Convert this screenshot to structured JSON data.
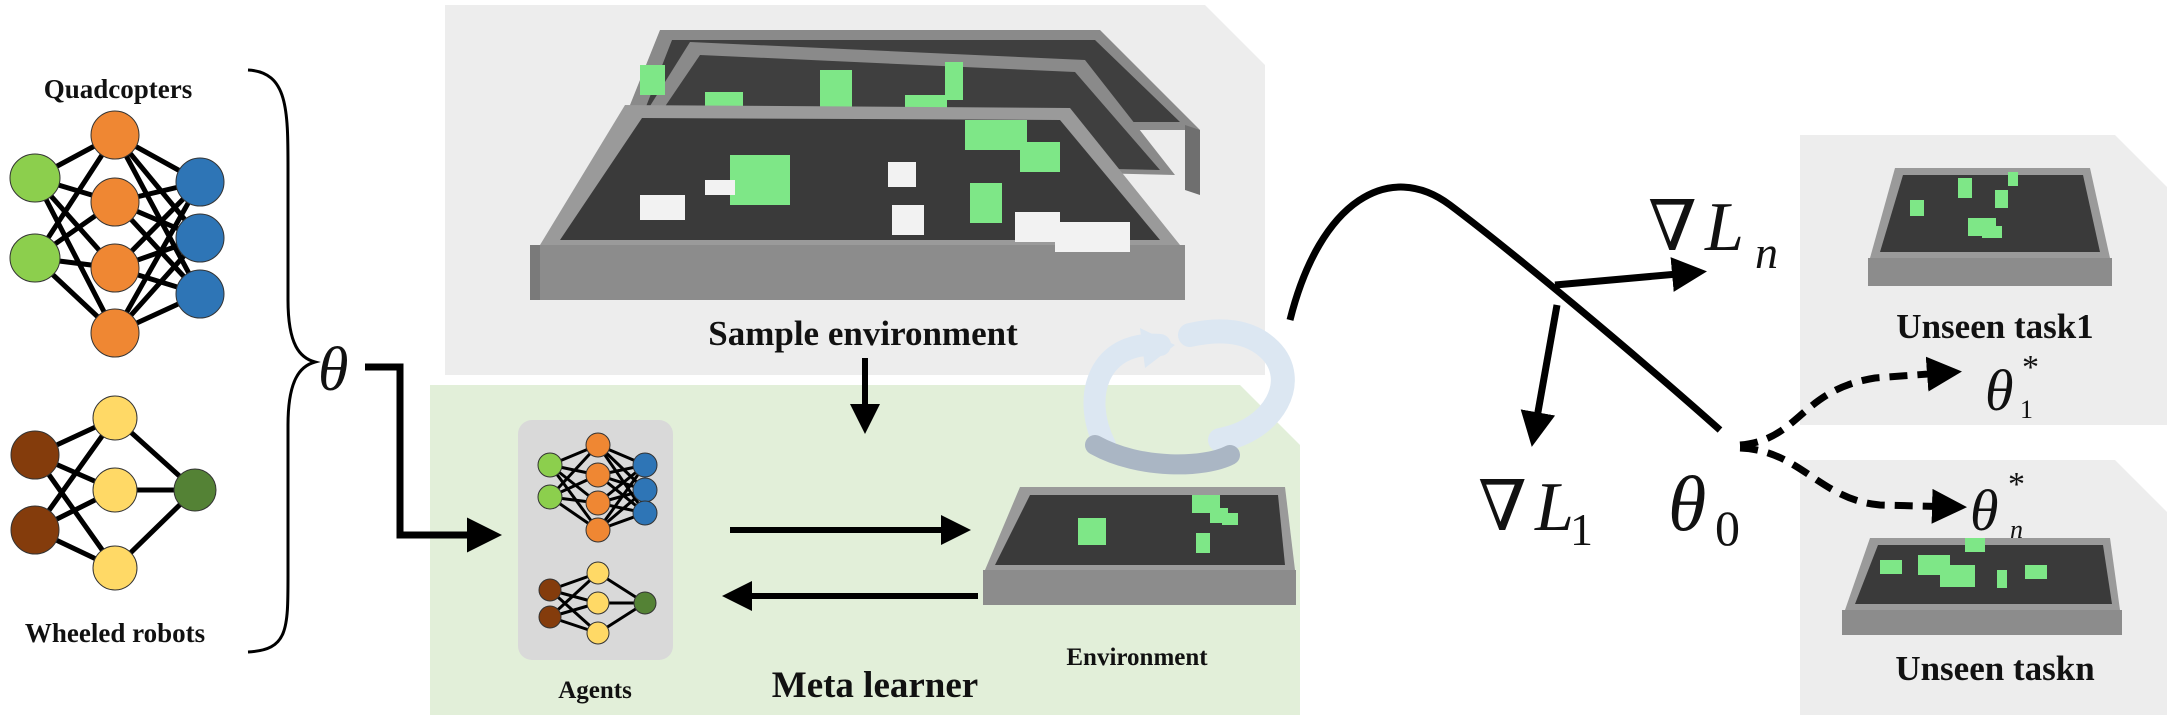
{
  "labels": {
    "quadcopters": "Quadcopters",
    "wheeled_robots": "Wheeled robots",
    "theta": "θ",
    "sample_environment": "Sample environment",
    "agents": "Agents",
    "environment": "Environment",
    "meta_learner": "Meta learner",
    "nabla": "∇",
    "L": "L",
    "sub_n": "n",
    "sub_1": "1",
    "sub_0": "0",
    "star": "*",
    "unseen_task1": "Unseen task1",
    "unseen_taskn": "Unseen taskn"
  },
  "colors": {
    "green_node": "#8ccf4d",
    "orange_node": "#ef8733",
    "blue_node": "#2e75b6",
    "brown_node": "#843c0c",
    "yellow_node": "#ffd966",
    "darkgreen_node": "#548235",
    "meta_panel": "#e2efd9",
    "sample_panel": "#ededed",
    "agents_box": "#d9d9d9",
    "floor": "#3f3f3f",
    "wall": "#8a8a8a",
    "block_green": "#7ee787",
    "block_white": "#f2f2f2"
  }
}
